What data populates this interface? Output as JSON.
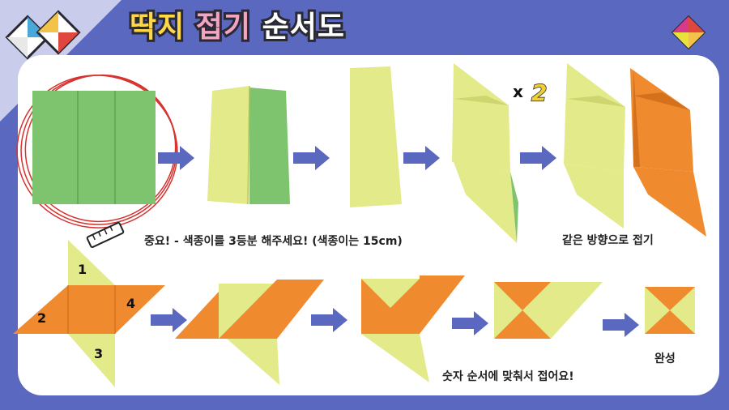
{
  "title": {
    "part1": "딱지",
    "part2": "접기",
    "part3": "순서도"
  },
  "captions": {
    "important": "중요! - 색종이를 3등분 해주세요! (색종이는 15cm)",
    "same_direction": "같은 방향으로 접기",
    "numbered_order": "숫자 순서에 맞춰서 접어요!",
    "complete": "완성"
  },
  "repeat_marker": {
    "symbol": "x",
    "count": "2"
  },
  "step_numbers": [
    "1",
    "2",
    "3",
    "4"
  ],
  "colors": {
    "background": "#5a68c0",
    "panel": "#ffffff",
    "green_paper": "#7ec46e",
    "yellow_paper": "#e3ea8a",
    "orange_paper": "#ef8a2e",
    "arrow": "#5a68c0",
    "highlight_circle": "#d6322e"
  }
}
